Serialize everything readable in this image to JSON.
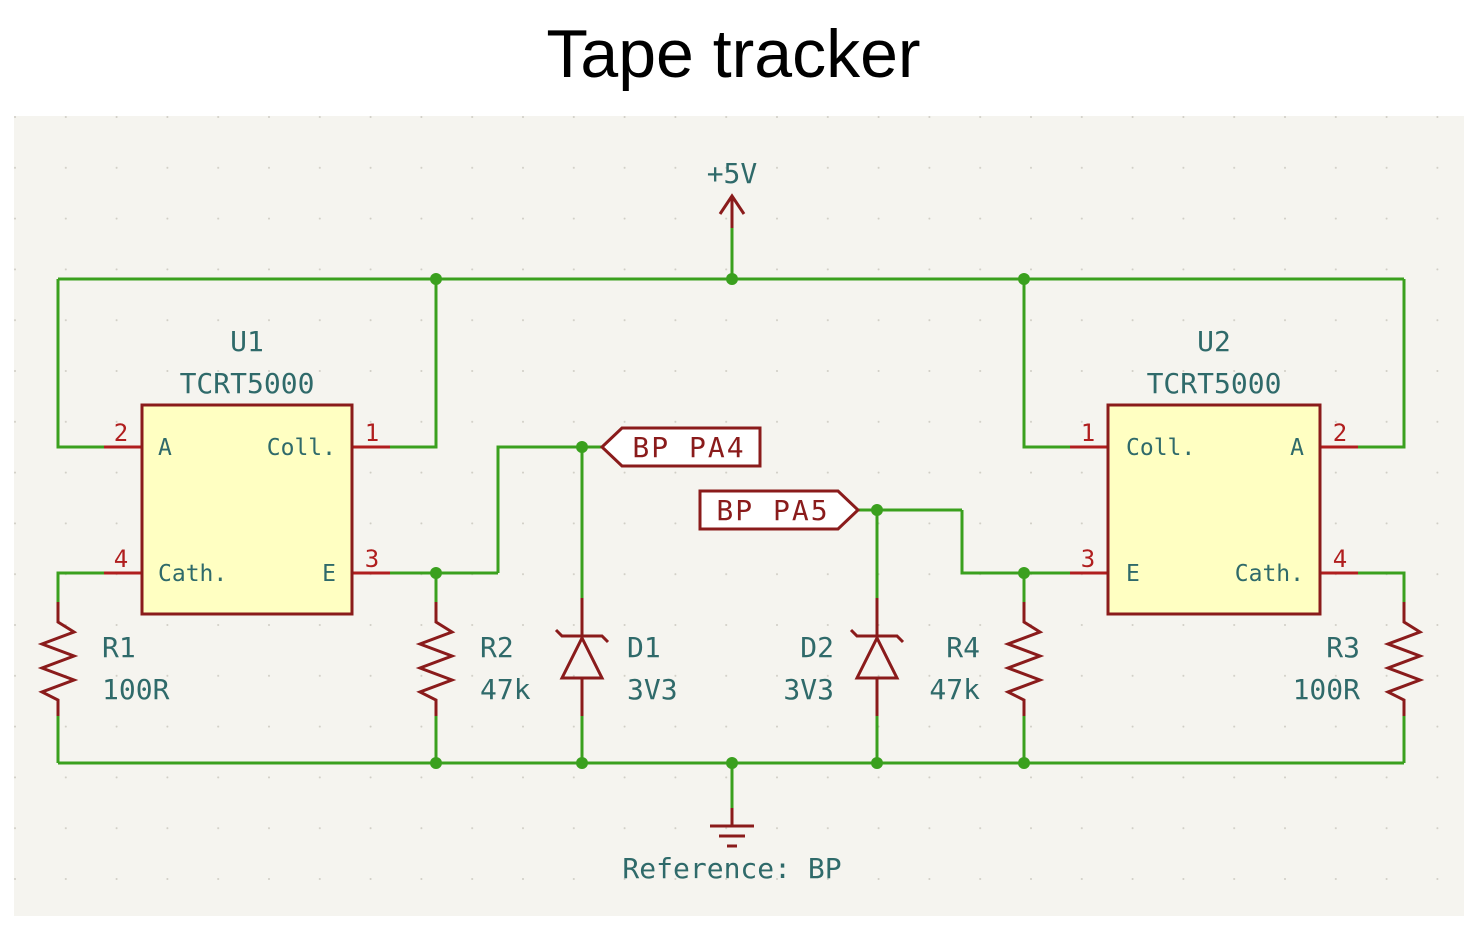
{
  "title": "Tape tracker",
  "power": {
    "label": "+5V"
  },
  "ground": {
    "label": "Reference: BP"
  },
  "u1": {
    "ref": "U1",
    "value": "TCRT5000",
    "pins": {
      "a": "A",
      "a_num": "2",
      "coll": "Coll.",
      "coll_num": "1",
      "cath": "Cath.",
      "cath_num": "4",
      "e": "E",
      "e_num": "3"
    }
  },
  "u2": {
    "ref": "U2",
    "value": "TCRT5000",
    "pins": {
      "a": "A",
      "a_num": "2",
      "coll": "Coll.",
      "coll_num": "1",
      "cath": "Cath.",
      "cath_num": "4",
      "e": "E",
      "e_num": "3"
    }
  },
  "r1": {
    "ref": "R1",
    "value": "100R"
  },
  "r2": {
    "ref": "R2",
    "value": "47k"
  },
  "r3": {
    "ref": "R3",
    "value": "100R"
  },
  "r4": {
    "ref": "R4",
    "value": "47k"
  },
  "d1": {
    "ref": "D1",
    "value": "3V3"
  },
  "d2": {
    "ref": "D2",
    "value": "3V3"
  },
  "nets": {
    "pa4": "BP PA4",
    "pa5": "BP PA5"
  },
  "colors": {
    "background": "#f5f4ef",
    "wire": "#3aa01e",
    "component": "#8a1b1b",
    "pin": "#b01e1e",
    "text": "#2f6a6a",
    "ic_fill": "#ffffc2"
  }
}
